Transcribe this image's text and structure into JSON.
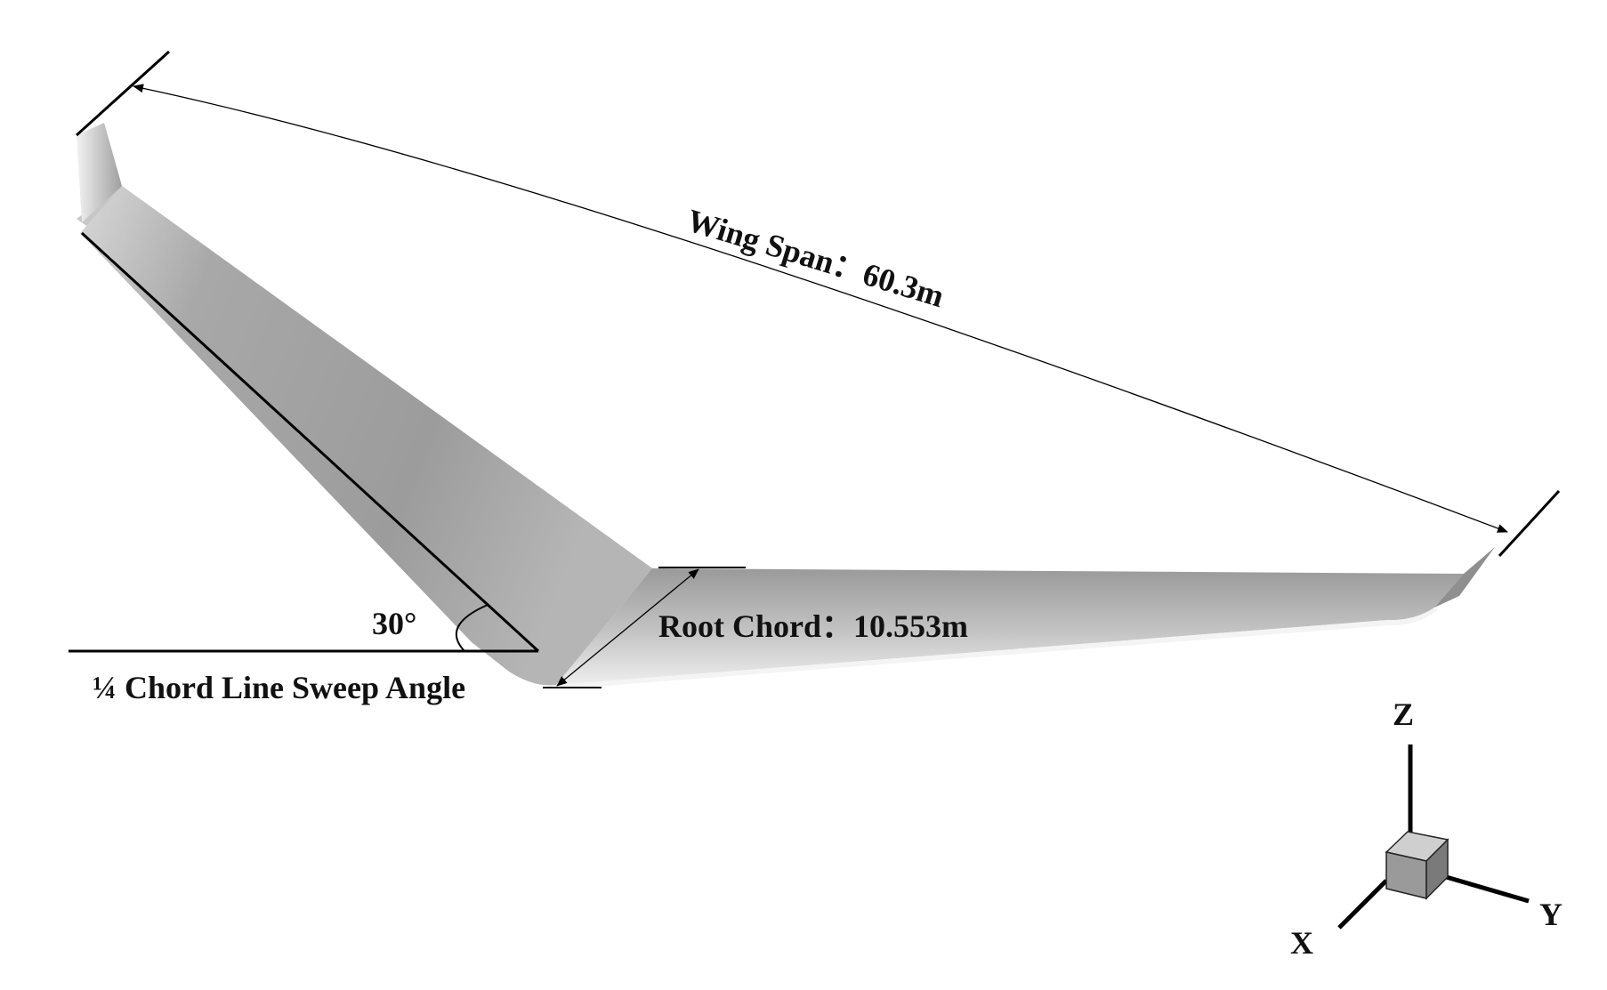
{
  "labels": {
    "wing_span": "Wing Span：60.3m",
    "root_chord": "Root Chord：10.553m",
    "sweep_angle_value": "30°",
    "sweep_angle_caption": "¼ Chord Line Sweep Angle"
  },
  "axes": {
    "z": "Z",
    "x": "X",
    "y": "Y"
  },
  "colors": {
    "wing_light": "#e6e6e6",
    "wing_mid": "#a6a6a6",
    "wing_dark": "#8c8c8c",
    "cube_front": "#9a9a9a",
    "cube_top": "#cfcfcf",
    "cube_side": "#7a7a7a",
    "ink": "#000000"
  }
}
